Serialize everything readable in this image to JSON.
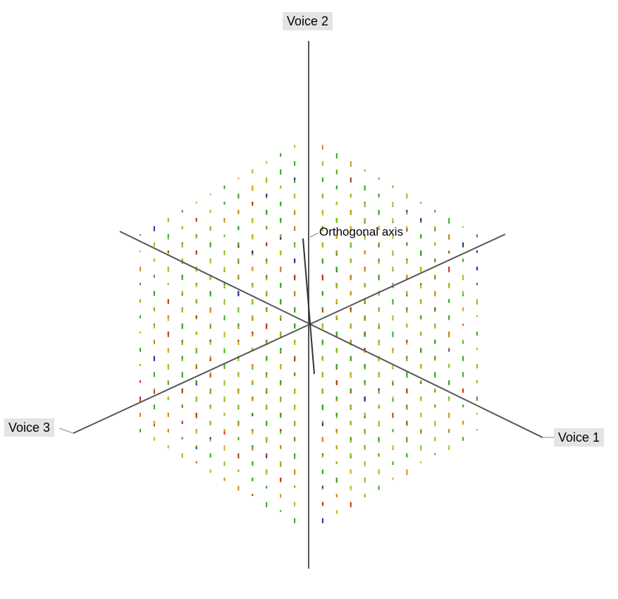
{
  "axes": {
    "voice1": "Voice 1",
    "voice2": "Voice 2",
    "voice3": "Voice 3",
    "orthogonal": "Orthogonal axis"
  },
  "colors": {
    "background": "#ffffff",
    "label_background": "#e4e4e4",
    "axis_line": "#555555",
    "palette": [
      "#3aa52a",
      "#8fbf1a",
      "#c8b414",
      "#d08a12",
      "#c0361a",
      "#1a2aa8"
    ]
  }
}
